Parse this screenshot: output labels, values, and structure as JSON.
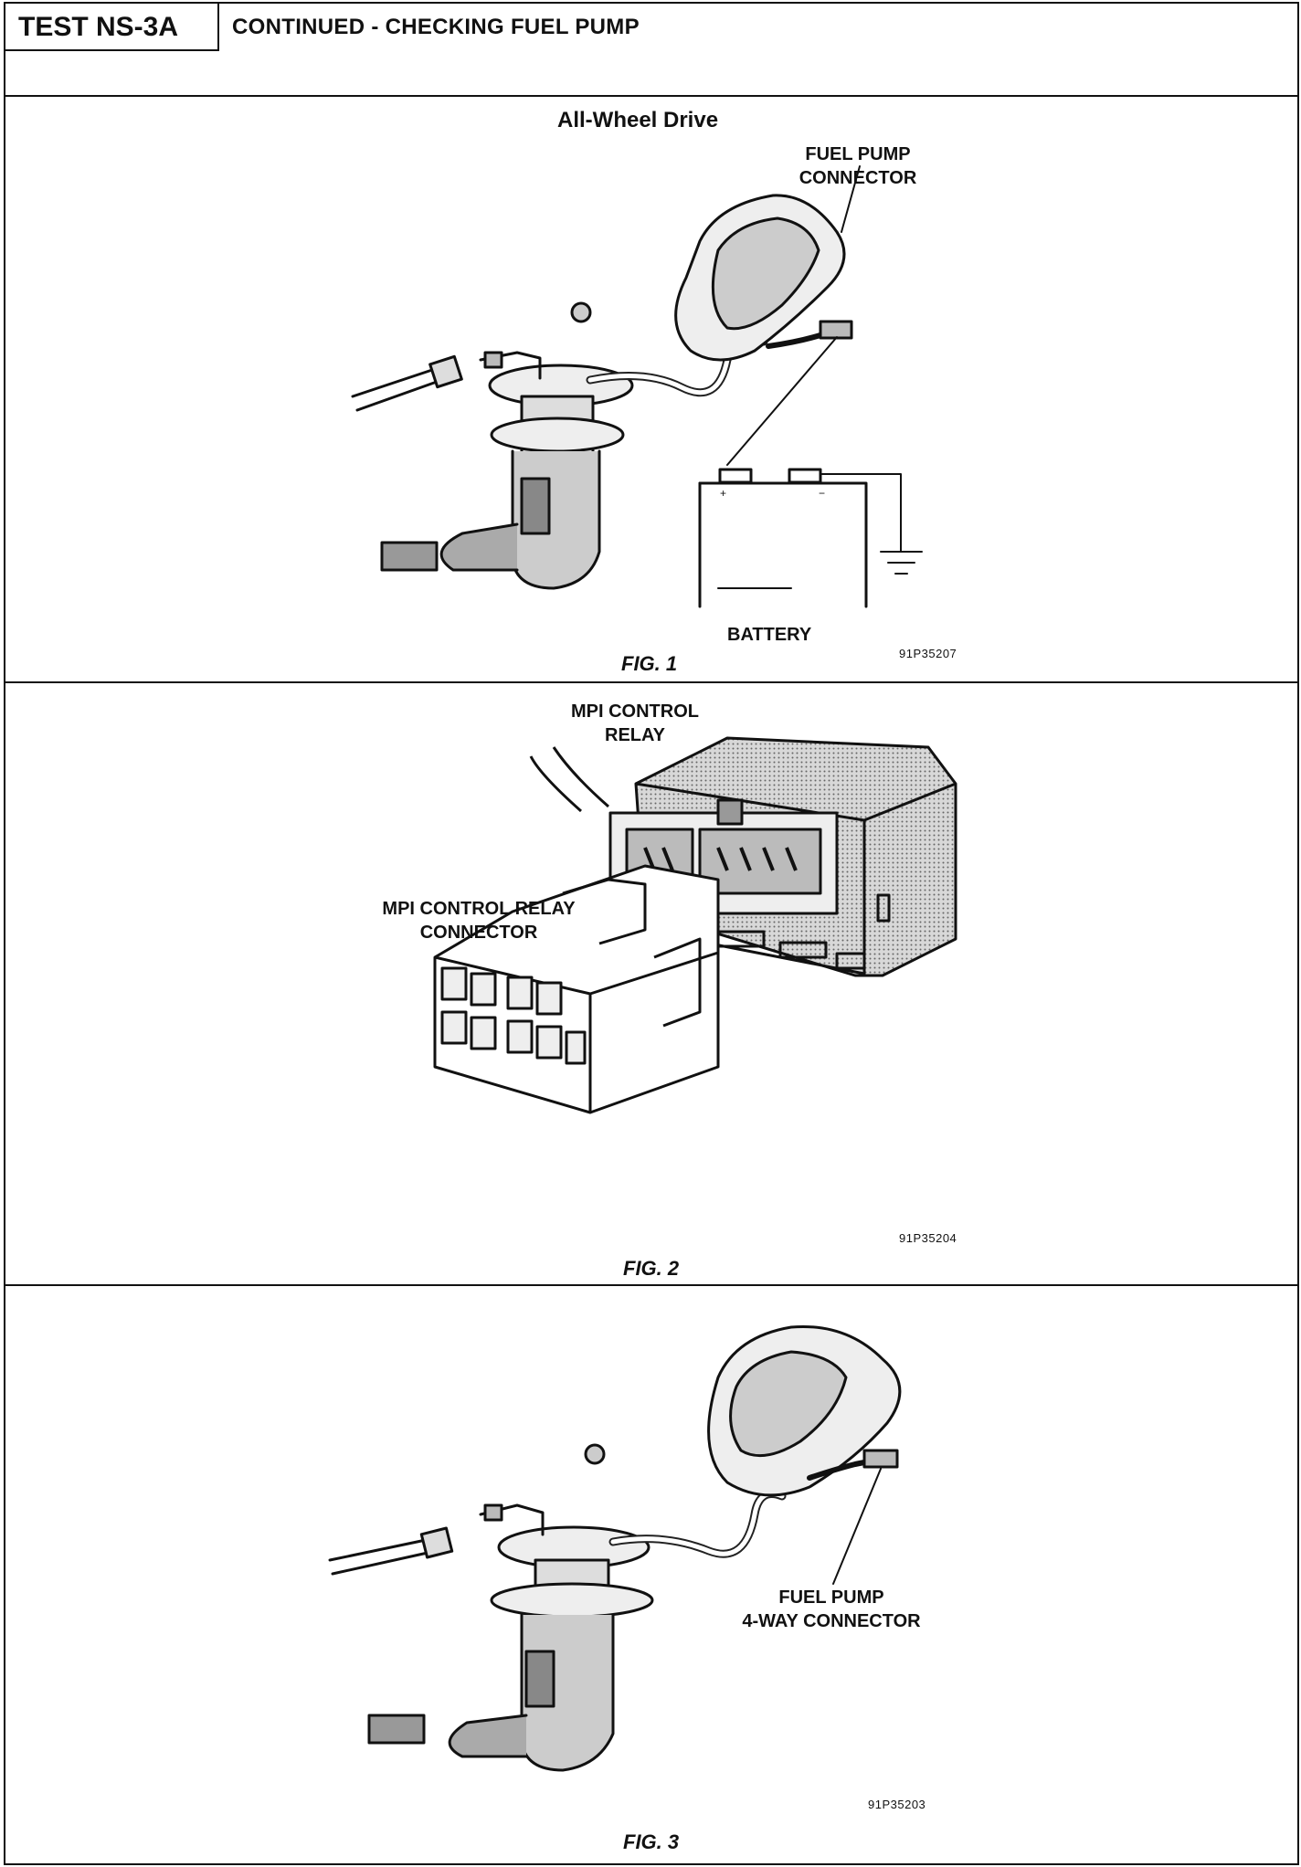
{
  "header": {
    "test_id": "TEST NS-3A",
    "title": "CONTINUED - CHECKING FUEL PUMP"
  },
  "figure1": {
    "subtitle": "All-Wheel Drive",
    "label_connector_line1": "FUEL PUMP",
    "label_connector_line2": "CONNECTOR",
    "label_battery": "BATTERY",
    "code": "91P35207",
    "caption": "FIG. 1"
  },
  "figure2": {
    "label_relay_line1": "MPI CONTROL",
    "label_relay_line2": "RELAY",
    "label_relay_connector_line1": "MPI CONTROL RELAY",
    "label_relay_connector_line2": "CONNECTOR",
    "code": "91P35204",
    "caption": "FIG. 2"
  },
  "figure3": {
    "label_connector_line1": "FUEL PUMP",
    "label_connector_line2": "4-WAY CONNECTOR",
    "code": "91P35203",
    "caption": "FIG. 3"
  }
}
